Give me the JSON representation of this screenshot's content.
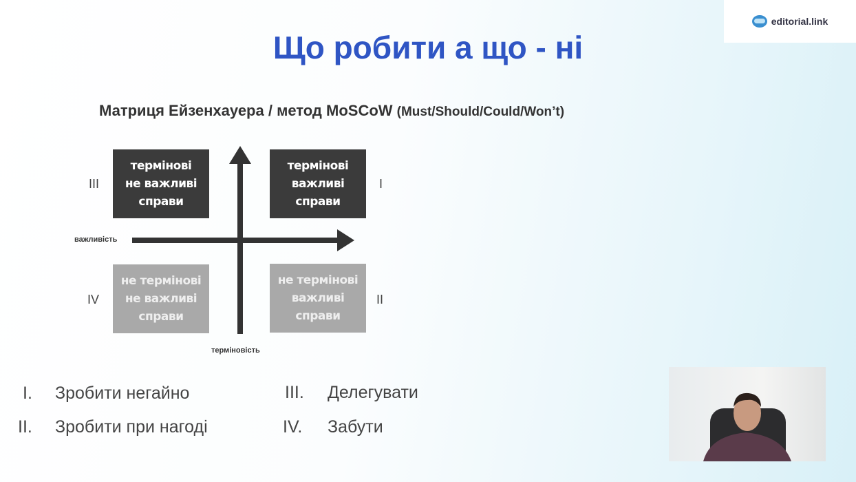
{
  "logo": {
    "text": "editorial.link"
  },
  "slide": {
    "title": "Що робити а що - ні",
    "subtitle": "Матриця Ейзенхауера / метод MoSCoW",
    "subtitle_note": "(Must/Should/Could/Won’t)"
  },
  "matrix": {
    "x_axis": "важливість",
    "y_axis": "терміновість",
    "quadrants": [
      {
        "numeral": "III",
        "lines": [
          "термінові",
          "не важливі",
          "справи"
        ]
      },
      {
        "numeral": "I",
        "lines": [
          "термінові",
          "важливі",
          "справи"
        ]
      },
      {
        "numeral": "IV",
        "lines": [
          "не термінові",
          "не важливі",
          "справи"
        ]
      },
      {
        "numeral": "II",
        "lines": [
          "не термінові",
          "важливі",
          "справи"
        ]
      }
    ]
  },
  "legend": [
    {
      "numeral": "I.",
      "text": "Зробити негайно"
    },
    {
      "numeral": "II.",
      "text": "Зробити при нагоді"
    },
    {
      "numeral": "III.",
      "text": "Делегувати"
    },
    {
      "numeral": "IV.",
      "text": "Забути"
    }
  ],
  "colors": {
    "title": "#2f55c4",
    "dark_box": "#3b3b3b",
    "light_box": "#a9a9a9"
  }
}
